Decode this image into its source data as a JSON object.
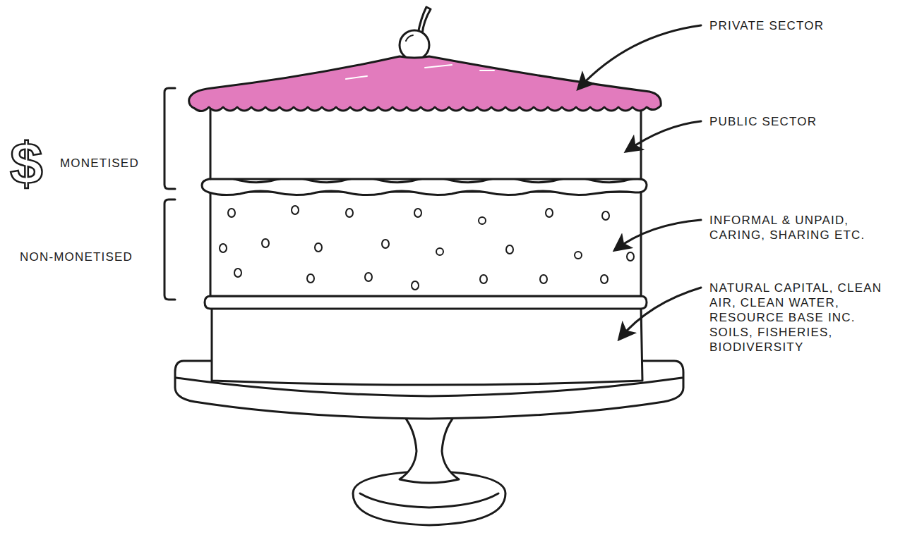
{
  "diagram": {
    "labels": [
      "PRIVATE SECTOR",
      "$",
      "MONETISED",
      "PUBLIC SECTOR",
      "NON-MONETISED",
      "INFORMAL & UNPAID, CARING, SHARING ETC.",
      "NATURAL CAPITAL, CLEAN AIR, CLEAN WATER, RESOURCE BASE INC. SOILS, FISHERIES, BIODIVERSITY"
    ]
  }
}
